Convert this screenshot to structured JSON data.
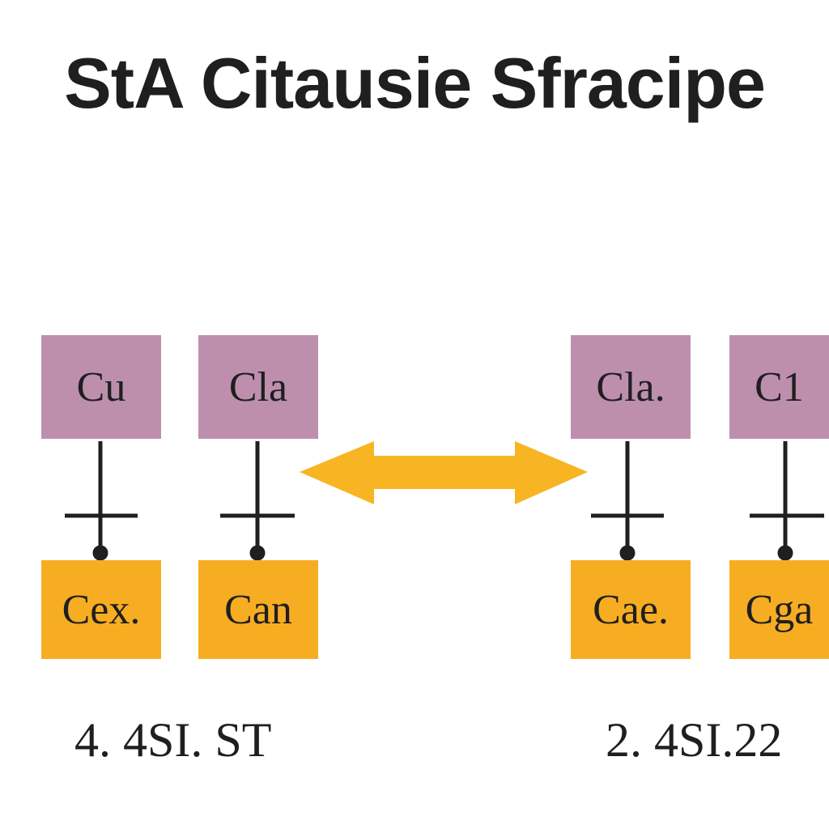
{
  "title": "StA Citausie Sfracipe",
  "colors": {
    "top_node": "#bd8fad",
    "bottom_node": "#f7ad22",
    "arrow": "#f7b524",
    "line": "#1f1f1f",
    "text": "#1f1f1f"
  },
  "columns": [
    {
      "top_label": "Cu",
      "bottom_label": "Cex."
    },
    {
      "top_label": "Cla",
      "bottom_label": "Can"
    },
    {
      "top_label": "Cla.",
      "bottom_label": "Cae."
    },
    {
      "top_label": "C1",
      "bottom_label": "Cga"
    }
  ],
  "group_labels": {
    "left": "4. 4SI. ST",
    "right": "2. 4SI.22"
  },
  "arrow": {
    "direction": "bidirectional",
    "icon": "double-headed-arrow-icon"
  }
}
